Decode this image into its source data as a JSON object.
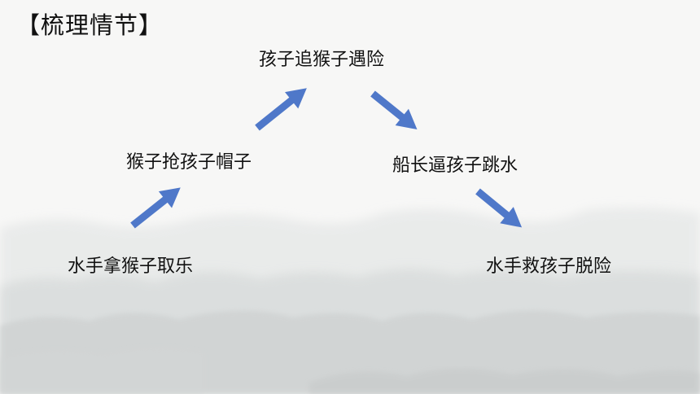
{
  "title": "【梳理情节】",
  "plot_nodes": {
    "step1": "水手拿猴子取乐",
    "step2": "猴子抢孩子帽子",
    "step3": "孩子追猴子遇险",
    "step4": "船长逼孩子跳水",
    "step5": "水手救孩子脱险"
  },
  "colors": {
    "arrow": "#4f78c9",
    "text": "#111111",
    "background": "#f7f7f6"
  }
}
